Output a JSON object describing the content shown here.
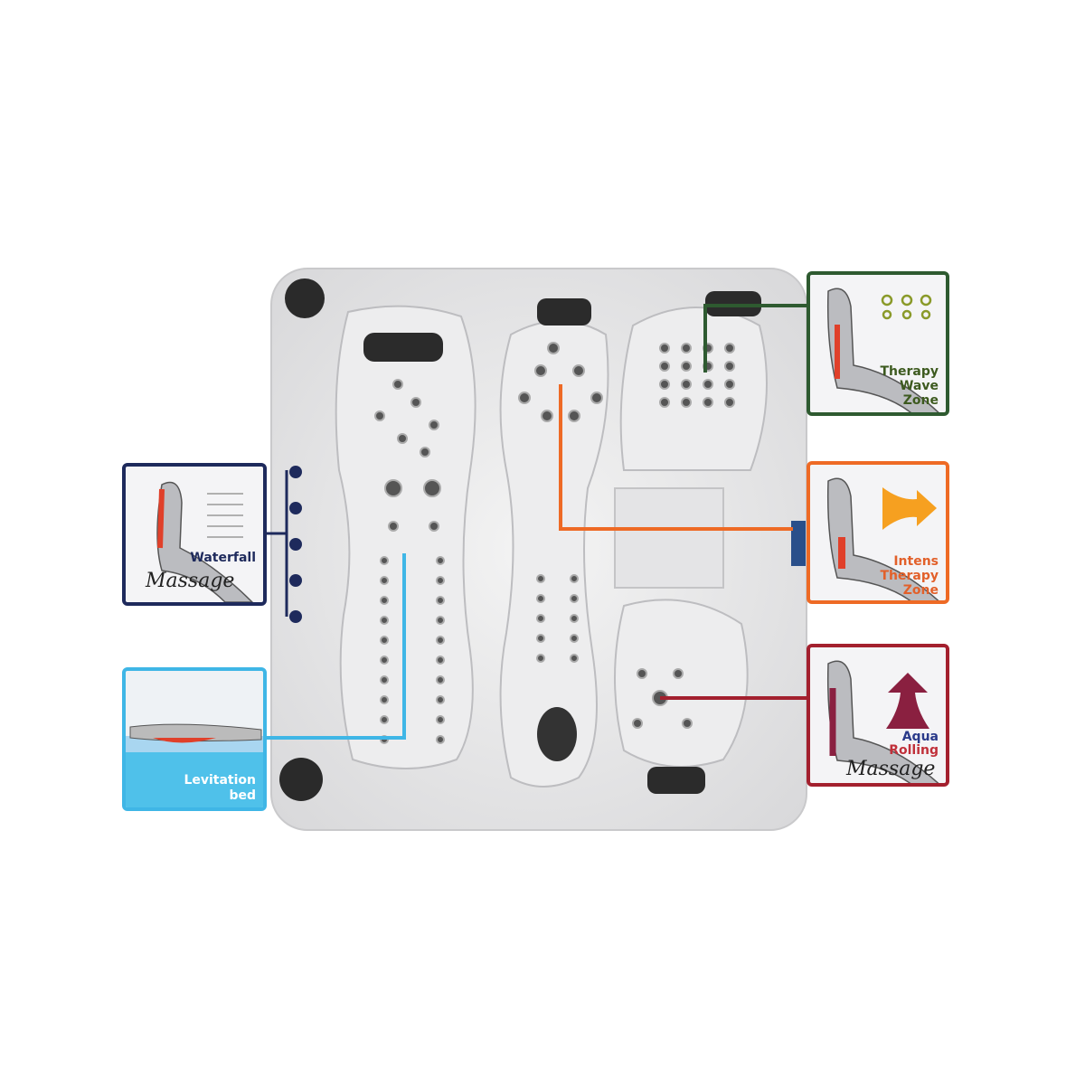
{
  "features": {
    "waterfall": {
      "line1": "Waterfall",
      "line2": "Massage",
      "color": "#1e2a5c"
    },
    "levitation": {
      "line1": "Levitation",
      "line2": "bed",
      "color": "#3fb6e6"
    },
    "therapy_wave": {
      "line1": "Therapy",
      "line2": "Wave",
      "line3": "Zone",
      "color": "#2e5a30"
    },
    "intens_therapy": {
      "line1": "Intens",
      "line2": "Therapy",
      "line3": "Zone",
      "color": "#ee6a25"
    },
    "aqua_rolling": {
      "line1": "Aqua",
      "line2": "Rolling",
      "line3": "Massage",
      "color": "#a3202e"
    }
  }
}
